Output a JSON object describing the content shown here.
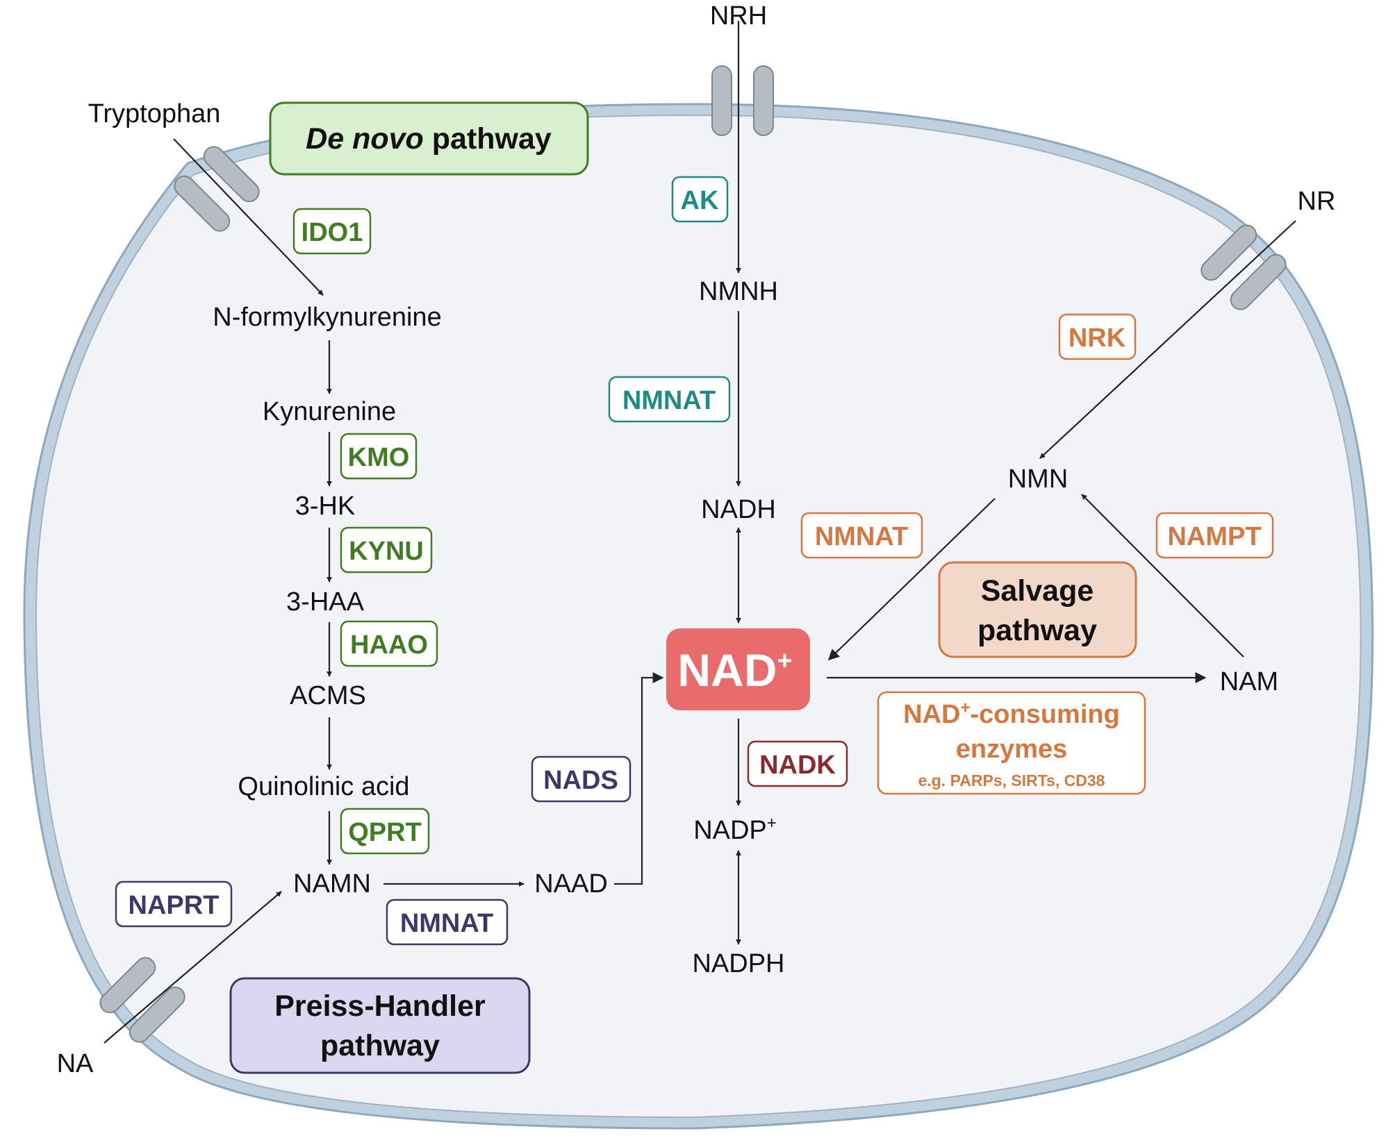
{
  "colors": {
    "denovo": "#3f7d20",
    "nrh": "#1f8c84",
    "salvage": "#d4783f",
    "preiss": "#3c3868",
    "nadk": "#8b2a2a",
    "nad_box": "#ea6b6b",
    "cell_fill": "#f2f4f6",
    "membrane": "#b8c9d8"
  },
  "pathways": {
    "de_novo": {
      "italic": "De novo",
      "rest": "pathway"
    },
    "salvage": {
      "line1": "Salvage",
      "line2": "pathway"
    },
    "preiss_handler": {
      "line1": "Preiss-Handler",
      "line2": "pathway"
    }
  },
  "metabolites": {
    "tryptophan": "Tryptophan",
    "n_formylkynurenine": "N-formylkynurenine",
    "kynurenine": "Kynurenine",
    "hk3": "3-HK",
    "haa3": "3-HAA",
    "acms": "ACMS",
    "quinolinic_acid": "Quinolinic acid",
    "namn": "NAMN",
    "naad": "NAAD",
    "na": "NA",
    "nrh": "NRH",
    "nmnh": "NMNH",
    "nadh": "NADH",
    "nadp": "NADP",
    "nadp_sup": "+",
    "nadph": "NADPH",
    "nr": "NR",
    "nmn": "NMN",
    "nam": "NAM"
  },
  "nad": {
    "text": "NAD",
    "sup": "+"
  },
  "enzymes": {
    "ido1": "IDO1",
    "kmo": "KMO",
    "kynu": "KYNU",
    "haao": "HAAO",
    "qprt": "QPRT",
    "naprt": "NAPRT",
    "nmnat_ph": "NMNAT",
    "nads": "NADS",
    "ak": "AK",
    "nmnat_nrh": "NMNAT",
    "nadk": "NADK",
    "nrk": "NRK",
    "nmnat_salvage": "NMNAT",
    "nampt": "NAMPT"
  },
  "consuming": {
    "line1_pre": "NAD",
    "line1_sup": "+",
    "line1_post": "-consuming",
    "line2": "enzymes",
    "example": "e.g. PARPs, SIRTs, CD38"
  }
}
